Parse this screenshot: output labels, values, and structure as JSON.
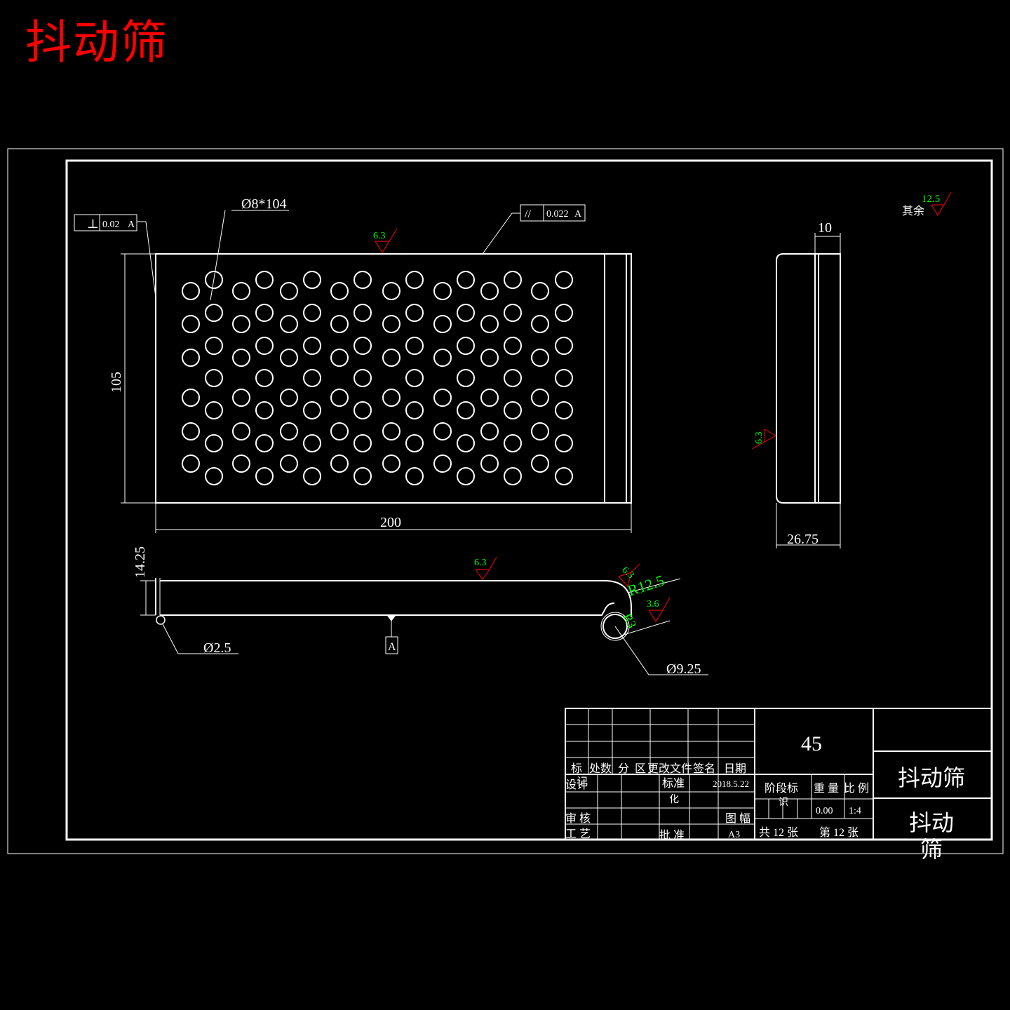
{
  "title": "抖动筛",
  "colors": {
    "background": "#000000",
    "line": "#ffffff",
    "title": "#ff0000",
    "roughness_text": "#00ff00",
    "roughness_symbol": "#ff0000"
  },
  "front_view": {
    "hole_note": "Ø8*104",
    "perpendicularity_symbol": "⊥",
    "perpendicularity_value": "0.02",
    "perpendicularity_datum": "A",
    "parallelism_symbol": "//",
    "parallelism_value": "0.022",
    "parallelism_datum": "A",
    "roughness_top": "6.3",
    "dim_height": "105",
    "dim_width": "200"
  },
  "side_view": {
    "roughness_general_label": "其余",
    "roughness_general": "12.5",
    "dim_top": "10",
    "dim_bottom": "26.75",
    "roughness_left": "6.3"
  },
  "section_view": {
    "dim_height": "14.25",
    "roughness_top": "6.3",
    "roughness_corner": "6.3",
    "radius": "R12.5",
    "dim_r3": "R3",
    "roughness_right": "3.6",
    "small_hole": "Ø2.5",
    "datum": "A",
    "large_hole": "Ø9.25"
  },
  "title_block": {
    "material": "45",
    "name_top": "抖动筛",
    "name_bottom_line1": "抖动",
    "name_bottom_line2": "筛",
    "rev_header": [
      "标",
      "处数",
      "分",
      "区",
      "更改文件",
      "签名",
      "日期"
    ],
    "rev_header_sub": "记",
    "design_label": "设计",
    "standardize_label": "标准",
    "standardize_sub": "化",
    "date": "2018.5.22",
    "review_label": "审 核",
    "process_label": "工 艺",
    "approve_label": "批 准",
    "stage_label": "阶段标",
    "stage_sub": "识",
    "weight_label": "重 量",
    "scale_label": "比 例",
    "weight_value": "0.00",
    "scale_value": "1:4",
    "sheet_size_label": "图 幅",
    "sheet_size": "A3",
    "sheet_total": "共 12 张",
    "sheet_number": "第 12 张"
  }
}
